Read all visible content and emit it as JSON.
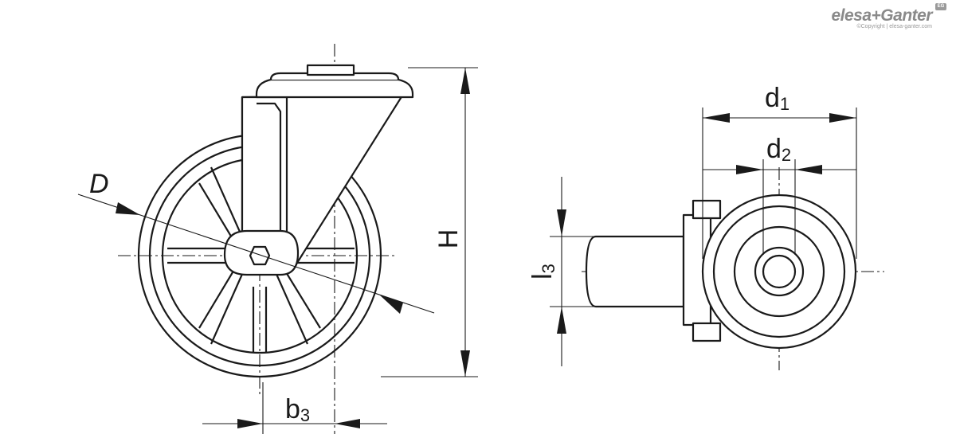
{
  "brand": {
    "logo": "elesa+Ganter",
    "badge": "EG",
    "copyright": "©Copyright | elesa-ganter.com"
  },
  "dimensions": {
    "D": "D",
    "H": "H",
    "b3": {
      "base": "b",
      "sub": "3"
    },
    "d1": {
      "base": "d",
      "sub": "1"
    },
    "d2": {
      "base": "d",
      "sub": "2"
    },
    "l3": {
      "base": "l",
      "sub": "3"
    }
  },
  "colors": {
    "line": "#1a1a1a",
    "brand": "#8a8a8a"
  }
}
